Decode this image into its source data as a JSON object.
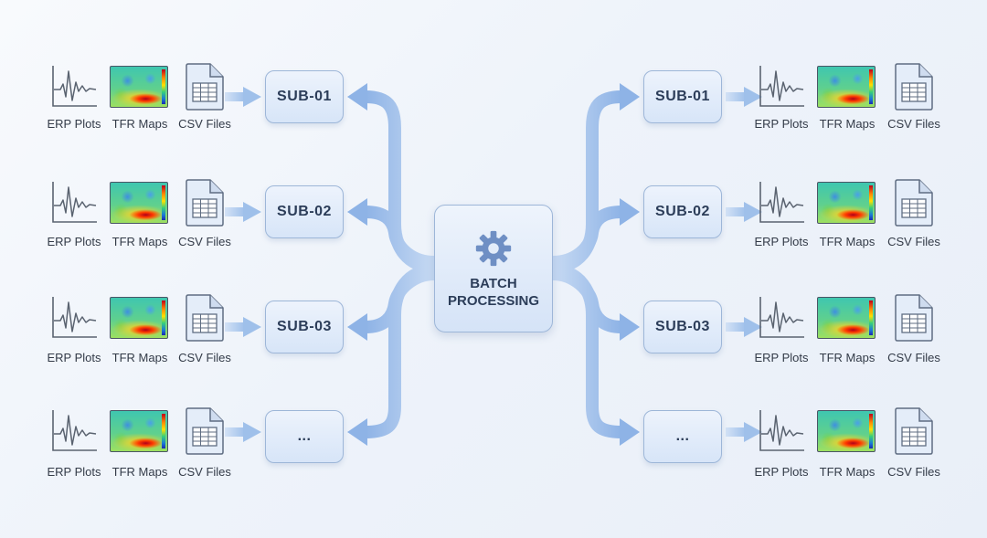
{
  "center": {
    "label_line1": "BATCH",
    "label_line2": "PROCESSING",
    "icon": "gear-icon"
  },
  "left_subjects": [
    {
      "label": "SUB-01"
    },
    {
      "label": "SUB-02"
    },
    {
      "label": "SUB-03"
    },
    {
      "label": "..."
    }
  ],
  "right_subjects": [
    {
      "label": "SUB-01"
    },
    {
      "label": "SUB-02"
    },
    {
      "label": "SUB-03"
    },
    {
      "label": "..."
    }
  ],
  "outputs": {
    "erp": {
      "label": "ERP Plots",
      "icon": "waveform-icon"
    },
    "tfr": {
      "label": "TFR Maps",
      "icon": "heatmap-icon"
    },
    "csv": {
      "label": "CSV Files",
      "icon": "spreadsheet-file-icon"
    }
  },
  "colors": {
    "flow_light": "#c4d8f3",
    "flow_dark": "#8eb3e6",
    "box_border": "#9db6d8",
    "text": "#2c3d59"
  }
}
